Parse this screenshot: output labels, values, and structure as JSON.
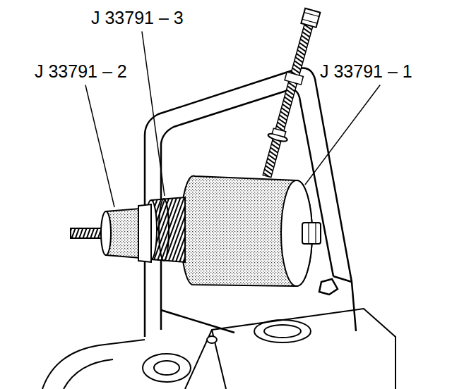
{
  "diagram": {
    "labels": [
      "J 33791 – 3",
      "J 33791 – 2",
      "J 33791 – 1"
    ]
  }
}
